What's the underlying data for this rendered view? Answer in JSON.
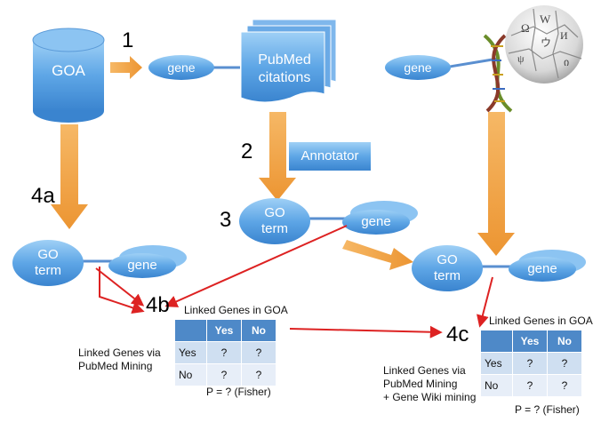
{
  "nodes": {
    "goa": "GOA",
    "gene_top_left": "gene",
    "pubmed_line1": "PubMed",
    "pubmed_line2": "citations",
    "gene_top_right": "gene",
    "annotator": "Annotator",
    "go_term_center_1": "GO",
    "go_term_center_2": "term",
    "gene_center": "gene",
    "go_term_left_1": "GO",
    "go_term_left_2": "term",
    "gene_left": "gene",
    "go_term_right_1": "GO",
    "go_term_right_2": "term",
    "gene_right": "gene"
  },
  "steps": {
    "s1": "1",
    "s2": "2",
    "s3": "3",
    "s4a": "4a",
    "s4b": "4b",
    "s4c": "4c"
  },
  "table_b": {
    "title": "Linked Genes in GOA",
    "headers": [
      "Yes",
      "No"
    ],
    "rows": [
      {
        "label": "Yes",
        "cells": [
          "?",
          "?"
        ]
      },
      {
        "label": "No",
        "cells": [
          "?",
          "?"
        ]
      }
    ],
    "row_caption_line1": "Linked Genes via",
    "row_caption_line2": "PubMed Mining",
    "stat": "P = ? (Fisher)"
  },
  "table_c": {
    "title": "Linked Genes in GOA",
    "headers": [
      "Yes",
      "No"
    ],
    "rows": [
      {
        "label": "Yes",
        "cells": [
          "?",
          "?"
        ]
      },
      {
        "label": "No",
        "cells": [
          "?",
          "?"
        ]
      }
    ],
    "row_caption_line1": "Linked Genes via",
    "row_caption_line2": "PubMed Mining",
    "row_caption_line3": "+ Gene Wiki mining",
    "stat": "P = ? (Fisher)"
  },
  "colors": {
    "node_blue": "#4f97dc",
    "node_blue_light": "#8cc2f2",
    "arrow_orange": "#f0a044",
    "link_red": "#dd2222",
    "connector": "#5a8fd0"
  },
  "icons": [
    "wikipedia-globe-icon",
    "dna-helix-icon"
  ]
}
